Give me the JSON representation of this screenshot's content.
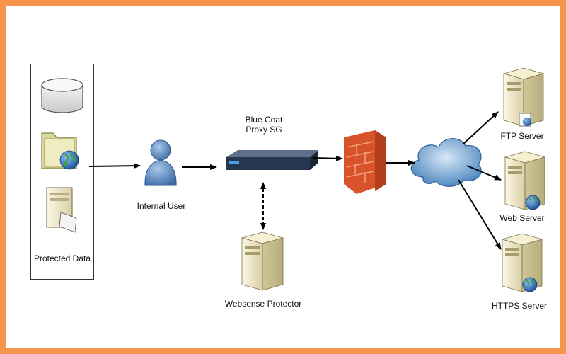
{
  "nodes": {
    "protected_data": "Protected Data",
    "internal_user": "Internal User",
    "proxy_line1": "Blue Coat",
    "proxy_line2": "Proxy SG",
    "websense": "Websense Protector",
    "ftp": "FTP Server",
    "web": "Web Server",
    "https": "HTTPS Server"
  },
  "colors": {
    "border": "#f7944d",
    "firewall": "#e2572a",
    "cloud": "#5b94c8",
    "user": "#5a8ac0",
    "server": "#efe9c8"
  }
}
